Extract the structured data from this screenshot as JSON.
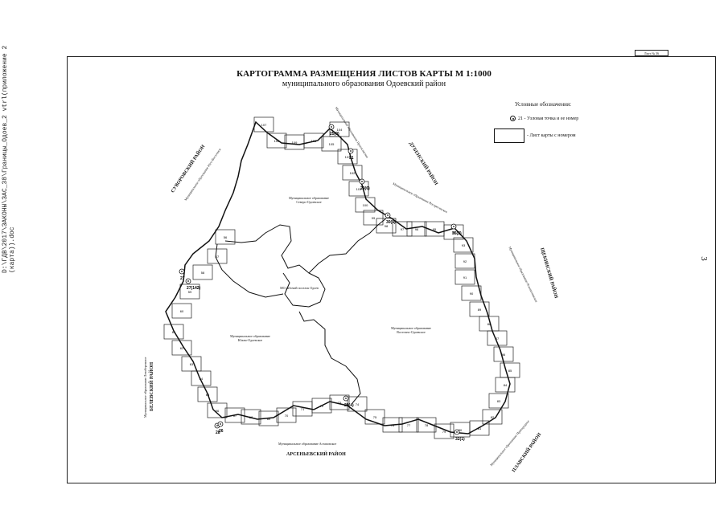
{
  "file_path": "D:\\ГДВ\\2017\\ЗАКОНЫ\\ЗАС_38\\Границы_Одоев_2 vtrl(приложение 2 (карта)).doc",
  "page_number": "3",
  "sheet_label": "Лист № 36",
  "title": "КАРТОГРАММА РАЗМЕЩЕНИЯ ЛИСТОВ КАРТЫ М 1:1000",
  "subtitle": "муниципального образования Одоевский район",
  "legend": {
    "title": "Условные обозначения:",
    "node_label": "21  - Узловая точка и ее номер",
    "sheet_label": "- Лист карты с номером",
    "icons": [
      "node-point-icon",
      "map-sheet-icon"
    ]
  },
  "districts": {
    "suvorovsky": "СУВОРОВСКИЙ РАЙОН",
    "suvorovsky_mo": "Муниципальное образование Юго-Восточное",
    "dubensky": "ДУБЕНСКИЙ РАЙОН",
    "dubensky_mo": "Муниципальное образование Протасовское",
    "dubensky_mo2": "Муниципальное образование Воскресенское",
    "shchekinsky": "ЩЕКИНСКИЙ РАЙОН",
    "shchekinsky_mo": "Муниципальное образование Яснополянское",
    "plavsky": "ПЛАВСКИЙ РАЙОН",
    "plavsky_mo": "Муниципальное образование Пригородное",
    "arsenyevsky": "АРСЕНЬЕВСКИЙ РАЙОН",
    "arsenyevsky_mo": "Муниципальное образование Астаповское",
    "belevsky": "БЕЛЕВСКИЙ РАЙОН",
    "belevsky_mo": "Муниципальное образование Левобережное"
  },
  "internal": {
    "north": "Муниципальное образование Северо-Одоевское",
    "center": "МО рабочий поселок Одоев",
    "southwest": "Муниципальное образование Южно-Одоевское",
    "southeast": "Муниципальное образование Восточно-Одоевское"
  },
  "nodes": [
    "27",
    "27(142)",
    "28",
    "29(4)",
    "29(6)",
    "30(5)",
    "31",
    "32(1)",
    "26",
    "25(0)",
    "35(2)"
  ],
  "sheets": [
    "107",
    "108",
    "109",
    "106",
    "105",
    "104",
    "103",
    "102",
    "101",
    "100",
    "99",
    "98",
    "97",
    "96",
    "95",
    "94",
    "93",
    "92",
    "91",
    "90",
    "89",
    "88",
    "87",
    "86",
    "85",
    "84",
    "83",
    "82",
    "81",
    "80",
    "79",
    "78",
    "77",
    "76",
    "75",
    "74",
    "73",
    "72",
    "71",
    "70",
    "69",
    "68",
    "67",
    "66",
    "65",
    "64",
    "63",
    "62",
    "61",
    "60",
    "59",
    "58",
    "57",
    "56"
  ]
}
